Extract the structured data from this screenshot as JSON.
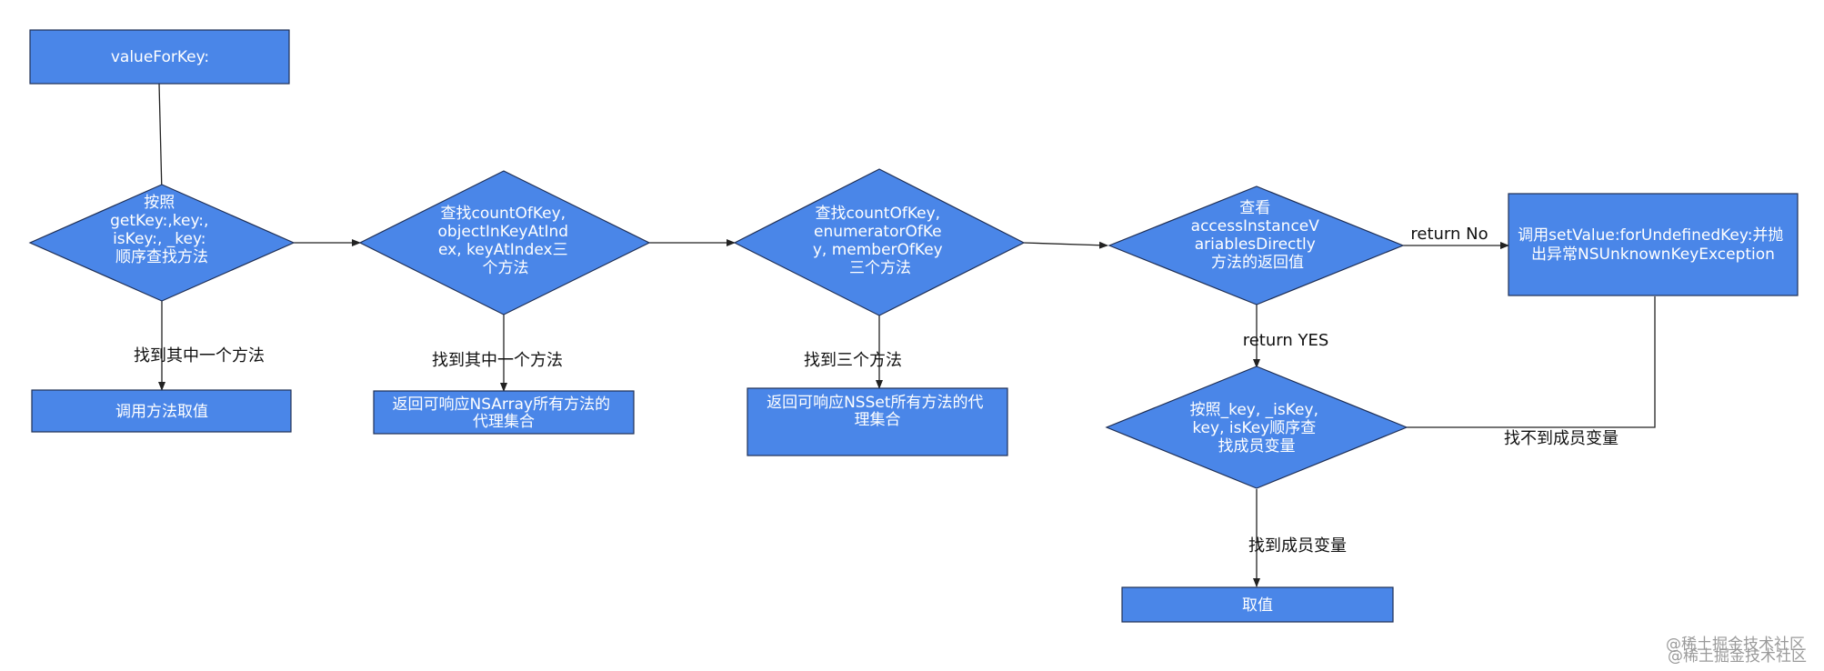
{
  "colors": {
    "node_fill": "#4a86e8",
    "node_stroke": "#1f2f55",
    "node_text": "#ffffff",
    "edge": "#222222",
    "edge_text": "#111111",
    "watermark": "#9a9a9a"
  },
  "nodes": {
    "start": {
      "shape": "rect",
      "lines": [
        "valueForKey:"
      ]
    },
    "getter_check": {
      "shape": "diamond",
      "lines": [
        "按照",
        "getKey:,key:,",
        "isKey:, _key:",
        "顺序查找方法"
      ]
    },
    "call_method": {
      "shape": "rect",
      "lines": [
        "调用方法取值"
      ]
    },
    "array_check": {
      "shape": "diamond",
      "lines": [
        "查找countOfKey,",
        "objectInKeyAtInd",
        "ex, keyAtIndex三",
        "个方法"
      ]
    },
    "array_proxy": {
      "shape": "rect",
      "lines": [
        "返回可响应NSArray所有方法的",
        "代理集合"
      ]
    },
    "set_check": {
      "shape": "diamond",
      "lines": [
        "查找countOfKey,",
        "enumeratorOfKe",
        "y, memberOfKey",
        "三个方法"
      ]
    },
    "set_proxy": {
      "shape": "rect",
      "lines": [
        "返回可响应NSSet所有方法的代",
        "理集合"
      ]
    },
    "access_check": {
      "shape": "diamond",
      "lines": [
        "查看",
        "accessInstanceV",
        "ariablesDirectly",
        "方法的返回值"
      ]
    },
    "undefined_key": {
      "shape": "rect",
      "lines": [
        "调用setValue:forUndefinedKey:并抛",
        "出异常NSUnknownKeyException"
      ]
    },
    "ivar_check": {
      "shape": "diamond",
      "lines": [
        "按照_key, _isKey,",
        "key, isKey顺序查",
        "找成员变量"
      ]
    },
    "get_value": {
      "shape": "rect",
      "lines": [
        "取值"
      ]
    }
  },
  "edges": [
    {
      "from": "start",
      "to": "getter_check",
      "label": ""
    },
    {
      "from": "getter_check",
      "to": "call_method",
      "label": "找到其中一个方法"
    },
    {
      "from": "getter_check",
      "to": "array_check",
      "label": ""
    },
    {
      "from": "array_check",
      "to": "array_proxy",
      "label": "找到其中一个方法"
    },
    {
      "from": "array_check",
      "to": "set_check",
      "label": ""
    },
    {
      "from": "set_check",
      "to": "set_proxy",
      "label": "找到三个方法"
    },
    {
      "from": "set_check",
      "to": "access_check",
      "label": ""
    },
    {
      "from": "access_check",
      "to": "undefined_key",
      "label": "return No"
    },
    {
      "from": "access_check",
      "to": "ivar_check",
      "label": "return YES"
    },
    {
      "from": "ivar_check",
      "to": "undefined_key",
      "label": "找不到成员变量"
    },
    {
      "from": "ivar_check",
      "to": "get_value",
      "label": "找到成员变量"
    }
  ],
  "watermark": "@稀土掘金技术社区"
}
